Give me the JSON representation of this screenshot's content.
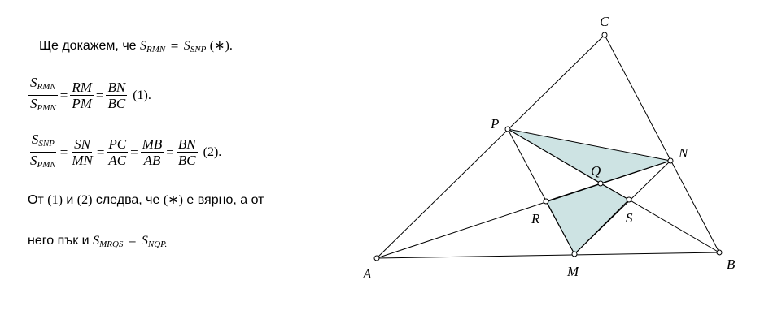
{
  "text": {
    "line1_prefix": "Ще докажем, че",
    "line1_suffix": "(∗).",
    "line1_lhs": "S",
    "line1_lhs_sub": "RMN",
    "line1_rhs": "S",
    "line1_rhs_sub": "SNP",
    "eq1": {
      "f1_num": "S",
      "f1_num_sub": "RMN",
      "f1_den": "S",
      "f1_den_sub": "PMN",
      "f2_num": "RM",
      "f2_den": "PM",
      "f3_num": "BN",
      "f3_den": "BC",
      "tag": "(1)."
    },
    "eq2": {
      "f1_num": "S",
      "f1_num_sub": "SNP",
      "f1_den": "S",
      "f1_den_sub": "PMN",
      "f2_num": "SN",
      "f2_den": "MN",
      "f3_num": "PC",
      "f3_den": "AC",
      "f4_num": "MB",
      "f4_den": "AB",
      "f5_num": "BN",
      "f5_den": "BC",
      "tag": "(2)."
    },
    "line4_part1": "От",
    "line4_ref1": "(1)",
    "line4_part2": "и",
    "line4_ref2": "(2)",
    "line4_part3": "следва, че",
    "line4_ref3": "(∗)",
    "line4_part4": "е вярно, а от",
    "line5_prefix": "него пък и",
    "line5_lhs": "S",
    "line5_lhs_sub": "MRQS",
    "line5_rhs": "S",
    "line5_rhs_sub": "NQP."
  },
  "diagram": {
    "points": {
      "A": "A",
      "B": "B",
      "C": "C",
      "P": "P",
      "N": "N",
      "Q": "Q",
      "R": "R",
      "S": "S",
      "M": "M"
    },
    "colors": {
      "fill": "#cde3e3",
      "stroke": "#000000",
      "point_fill": "#ffffff"
    }
  }
}
